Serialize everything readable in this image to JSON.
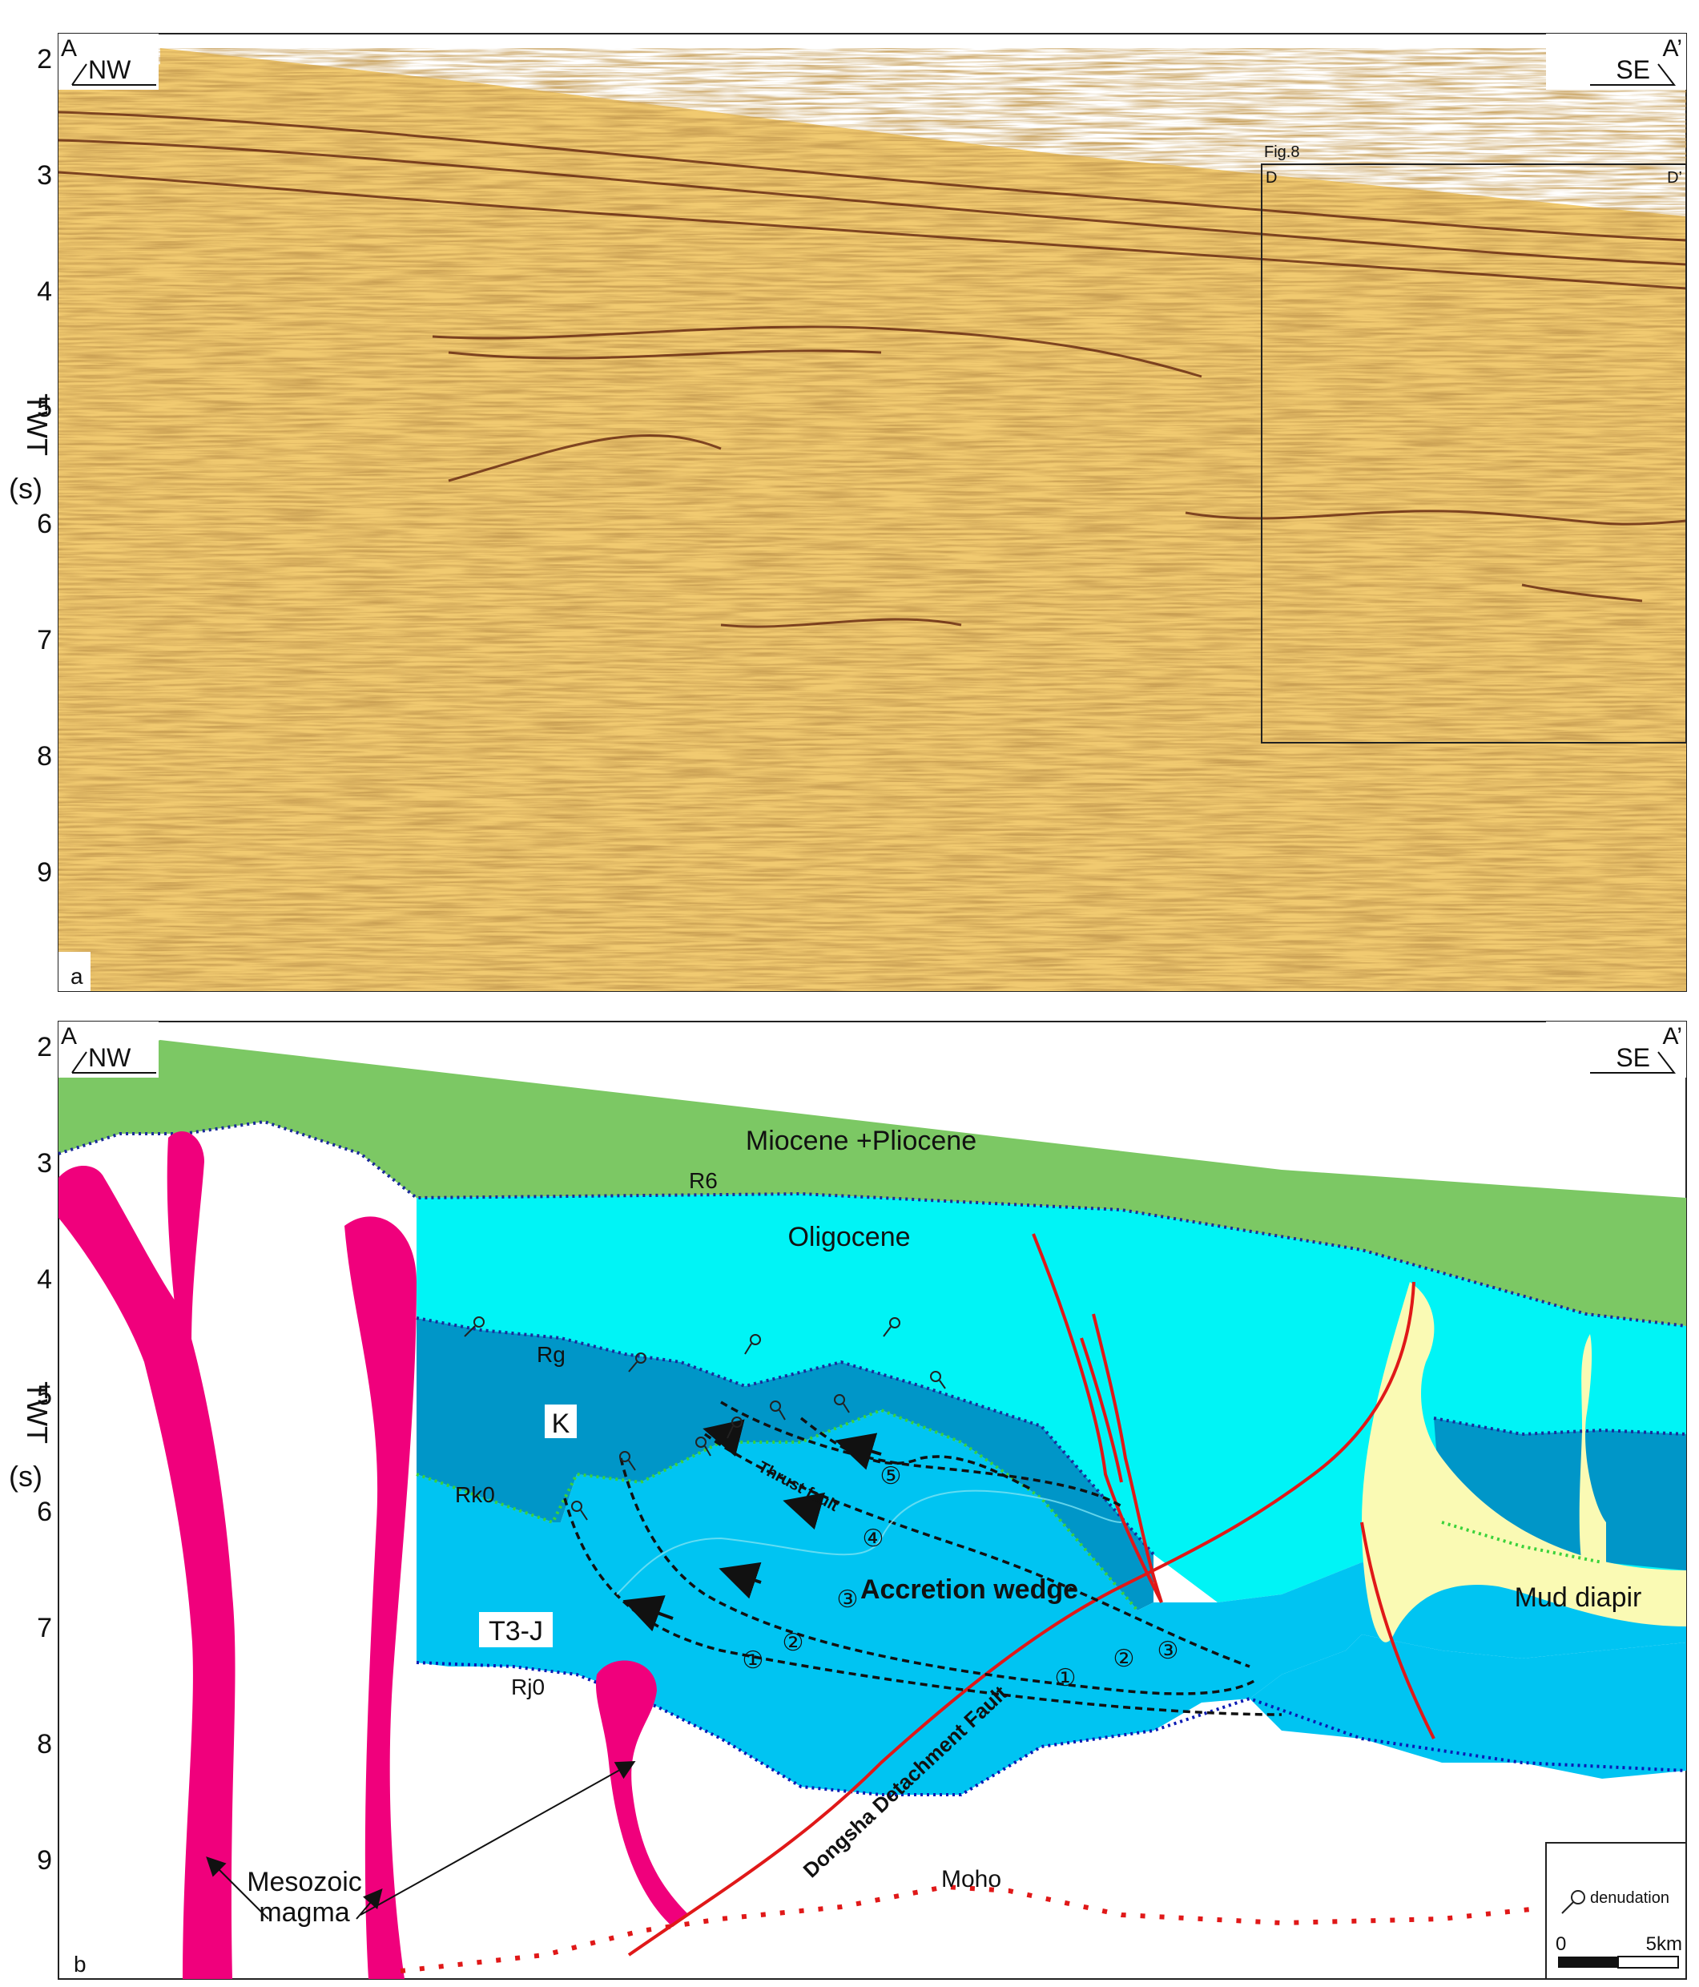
{
  "panel_a": {
    "corner_left": "A",
    "corner_right": "A’",
    "dir_left": "NW",
    "dir_right": "SE",
    "panel_label": "a",
    "inset_title": "Fig.8",
    "inset_left": "D",
    "inset_right": "D’"
  },
  "panel_b": {
    "corner_left": "A",
    "corner_right": "A’",
    "dir_left": "NW",
    "dir_right": "SE",
    "panel_label": "b",
    "unit_miocene": "Miocene +Pliocene",
    "unit_oligocene": "Oligocene",
    "unit_k": "K",
    "unit_t3j": "T3-J",
    "accretion": "Accretion wedge",
    "mud_diapir": "Mud  diapir",
    "thrust_fault": "Thrust fault",
    "detachment": "Dongsha Detachment Fault",
    "moho": "Moho",
    "magma_line1": "Mesozoic",
    "magma_line2": "magma",
    "horizon_r6": "R6",
    "horizon_rg": "Rg",
    "horizon_rk0": "Rk0",
    "horizon_rj0": "Rj0",
    "legend_denudation": "denudation",
    "scale_zero": "0",
    "scale_max": "5km"
  },
  "axis": {
    "ticks": [
      "2",
      "3",
      "4",
      "5",
      "6",
      "7",
      "8",
      "9"
    ],
    "label_line1": "TWT",
    "label_line2": "(s)"
  },
  "fault_numbers_upper": [
    "①",
    "②",
    "③",
    "④",
    "⑤"
  ],
  "fault_numbers_lower": [
    "①",
    "②",
    "③"
  ],
  "colors": {
    "seismic_bg": "#f1ca70",
    "miocene": "#7cc864",
    "oligocene": "#00f4f6",
    "k_unit": "#0096c8",
    "t3j": "#00c4f2",
    "magma": "#f0007c",
    "mud": "#fafab4",
    "fault": "#e01818"
  }
}
